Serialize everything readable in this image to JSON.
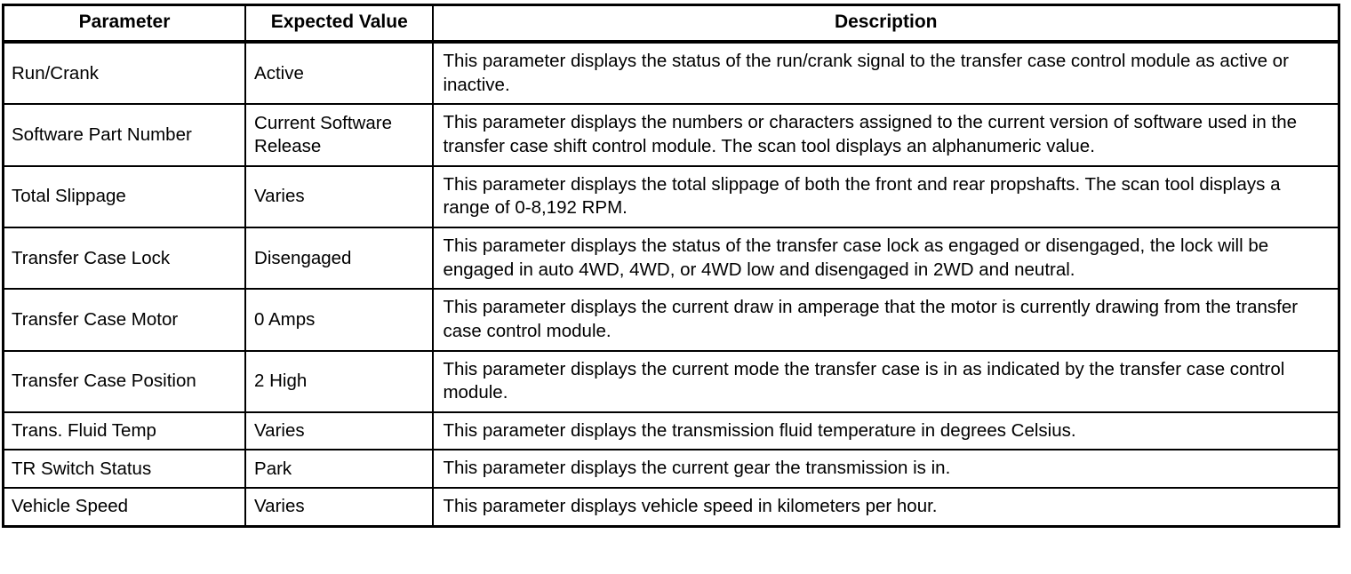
{
  "table": {
    "columns": [
      {
        "key": "parameter",
        "label": "Parameter"
      },
      {
        "key": "expected_value",
        "label": "Expected Value"
      },
      {
        "key": "description",
        "label": "Description"
      }
    ],
    "rows": [
      {
        "parameter": "Run/Crank",
        "expected_value": "Active",
        "description": "This parameter displays the status of the run/crank signal to the transfer case control module as active or inactive."
      },
      {
        "parameter": "Software Part Number",
        "expected_value": "Current Software Release",
        "description": "This parameter displays the numbers or characters assigned to the current version of software used in the transfer case shift control module. The scan tool displays an alphanumeric value."
      },
      {
        "parameter": "Total Slippage",
        "expected_value": "Varies",
        "description": "This parameter displays the total slippage of both the front and rear propshafts. The scan tool displays a range of 0-8,192 RPM."
      },
      {
        "parameter": "Transfer Case Lock",
        "expected_value": "Disengaged",
        "description": "This parameter displays the status of the transfer case lock as engaged or disengaged, the lock will be engaged in auto 4WD, 4WD, or 4WD low and disengaged in 2WD and neutral."
      },
      {
        "parameter": "Transfer Case Motor",
        "expected_value": "0 Amps",
        "description": "This parameter displays the current draw in amperage that the motor is currently drawing from the transfer case control module."
      },
      {
        "parameter": "Transfer Case Position",
        "expected_value": "2 High",
        "description": "This parameter displays the current mode the transfer case is in as indicated by the transfer case control module."
      },
      {
        "parameter": "Trans. Fluid Temp",
        "expected_value": "Varies",
        "description": "This parameter displays the transmission fluid temperature in degrees Celsius."
      },
      {
        "parameter": "TR Switch Status",
        "expected_value": "Park",
        "description": "This parameter displays the current gear the transmission is in."
      },
      {
        "parameter": "Vehicle Speed",
        "expected_value": "Varies",
        "description": "This parameter displays vehicle speed in kilometers per hour."
      }
    ]
  }
}
